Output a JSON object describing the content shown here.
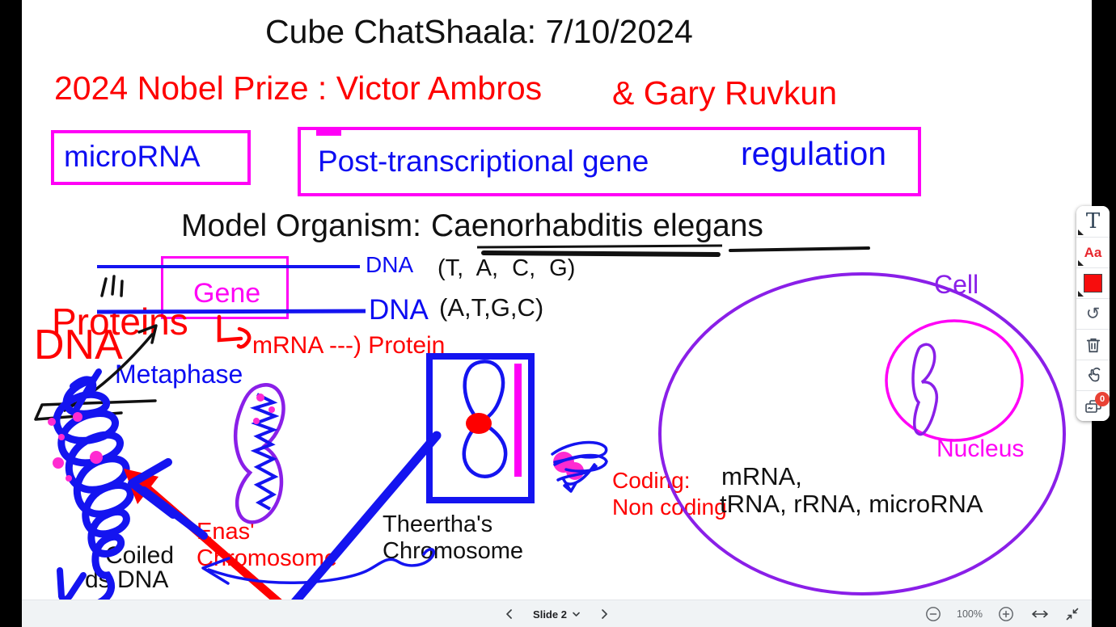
{
  "title": "Cube ChatShaala: 7/10/2024",
  "nobel": {
    "line_main": "2024 Nobel Prize : Victor Ambros",
    "line_suffix": "& Gary Ruvkun"
  },
  "concept_boxes": {
    "microrna": "microRNA",
    "post_transcriptional": "Post-transcriptional gene",
    "regulation": "regulation"
  },
  "model_organism": {
    "label": "Model Organism:",
    "genus": "Caenorhabditis",
    "species": "elegans"
  },
  "gene_diagram": {
    "dna_top": "DNA",
    "bases_top": "(T, A, C, G)",
    "gene": "Gene",
    "dna_bottom": "DNA",
    "bases_bottom": "(A,T,G,C)",
    "proteins": "Proteins",
    "dna_big": "DNA",
    "mrna_arrow": "mRNA ---) Protein",
    "metaphase": "Metaphase"
  },
  "labels": {
    "enas_1": "Enas'",
    "enas_2": "Chromosome",
    "coiled_1": "Coiled",
    "coiled_2": "ds DNA",
    "theertha_1": "Theertha's",
    "theertha_2": "Chromosome",
    "cell": "Cell",
    "nucleus": "Nucleus",
    "coding": "Coding:",
    "non_coding": "Non coding",
    "rna_coding": "mRNA,",
    "rna_non_coding": "tRNA, rRNA, microRNA"
  },
  "toolbar": {
    "text_tool": "T",
    "font_tool": "Aa",
    "undo_glyph": "↺",
    "badge_count": "0"
  },
  "bottom_bar": {
    "slide_label": "Slide 2",
    "zoom_level": "100%"
  },
  "colors": {
    "ink_blue": "#0d0df2",
    "ink_red": "#fe0000",
    "ink_magenta": "#ff00f6",
    "ink_purple": "#8a1fe8",
    "swatch_red": "#f70d0d",
    "badge_red": "#e94235"
  }
}
